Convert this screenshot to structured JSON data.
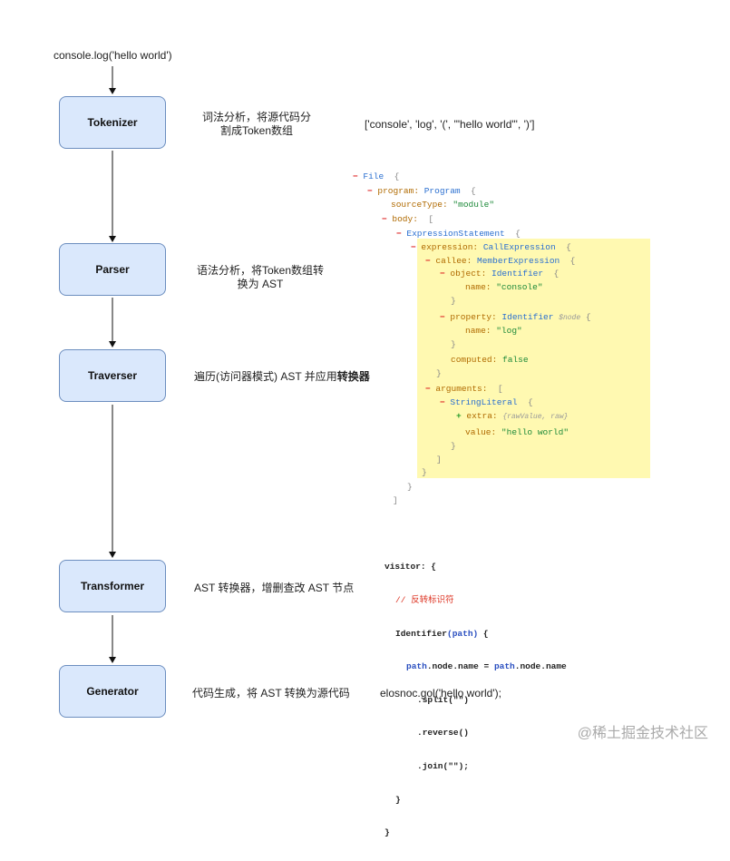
{
  "input_code": "console.log('hello world')",
  "stages": [
    {
      "name": "Tokenizer",
      "desc": [
        "词法分析，将源代码分",
        "割成Token数组"
      ]
    },
    {
      "name": "Parser",
      "desc": [
        "语法分析，将Token数组转",
        "换为 AST"
      ]
    },
    {
      "name": "Traverser",
      "desc_plain": "遍历(访问器模式) AST 并应用",
      "desc_bold": "转换器"
    },
    {
      "name": "Transformer",
      "desc": [
        "AST 转换器，增删查改 AST 节点"
      ]
    },
    {
      "name": "Generator",
      "desc": [
        "代码生成，将 AST 转换为源代码"
      ]
    }
  ],
  "tokens_output": "['console', 'log', '(', '\"hello world\"', ')']",
  "generated_output": "elosnoc.gol('hello world');",
  "ast": {
    "file": "File",
    "program_key": "program:",
    "program": "Program",
    "sourceType_key": "sourceType:",
    "sourceType": "\"module\"",
    "body_key": "body:",
    "expression_statement": "ExpressionStatement",
    "expression_key": "expression:",
    "call_expression": "CallExpression",
    "callee_key": "callee:",
    "member_expression": "MemberExpression",
    "object_key": "object:",
    "identifier": "Identifier",
    "name_key": "name:",
    "object_name": "\"console\"",
    "property_key": "property:",
    "property_name": "\"log\"",
    "node_annotation": "$node",
    "computed_key": "computed:",
    "computed_value": "false",
    "arguments_key": "arguments:",
    "string_literal": "StringLiteral",
    "extra_key": "extra:",
    "extra_value": "{rawValue, raw}",
    "value_key": "value:",
    "value": "\"hello world\""
  },
  "visitor_code": {
    "line1": "visitor: {",
    "comment": "// 反转标识符",
    "identifier_fn": "Identifier",
    "path_param": "(path)",
    "open": " {",
    "path_word": "path",
    "assign_mid": ".node.name = ",
    "assign_end": ".node.name",
    "split": ".split(\"\")",
    "reverse": ".reverse()",
    "join": ".join(\"\");",
    "close_inner": "}",
    "close_outer": "}"
  },
  "watermark": "@稀土掘金技术社区",
  "colors": {
    "node_fill": "#dae8fc",
    "node_border": "#6c8ebf",
    "highlight": "#fff9b1"
  }
}
